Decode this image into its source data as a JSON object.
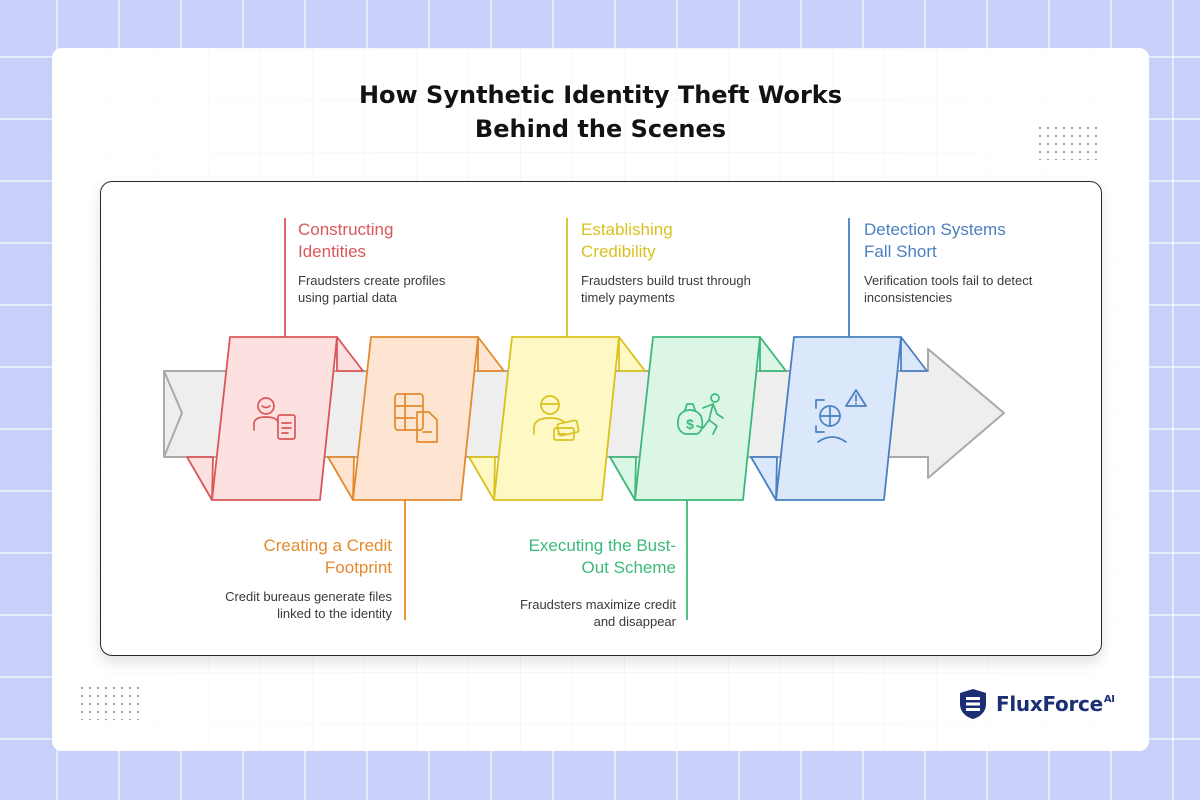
{
  "title": {
    "line1": "How Synthetic Identity Theft Works",
    "line2": "Behind the Scenes"
  },
  "steps": [
    {
      "id": "constructing-identities",
      "title": "Constructing Identities",
      "description": "Fraudsters create profiles using partial data",
      "position": "top",
      "color": "#d9575a",
      "fill": "#fde0e0",
      "icon": "person-document-icon"
    },
    {
      "id": "creating-credit-footprint",
      "title": "Creating a Credit Footprint",
      "description": "Credit bureaus generate files linked to the identity",
      "position": "bottom",
      "color": "#e38a2e",
      "fill": "#fde5d2",
      "icon": "spreadsheet-file-icon"
    },
    {
      "id": "establishing-credibility",
      "title": "Establishing Credibility",
      "description": "Fraudsters build trust through timely payments",
      "position": "top",
      "color": "#d9c21f",
      "fill": "#fdf8c4",
      "icon": "person-payment-icon"
    },
    {
      "id": "executing-bust-out",
      "title": "Executing the Bust-Out Scheme",
      "description": "Fraudsters maximize credit and disappear",
      "position": "bottom",
      "color": "#3cb97a",
      "fill": "#dcf6e6",
      "icon": "running-money-bag-icon"
    },
    {
      "id": "detection-fall-short",
      "title": "Detection Systems Fall Short",
      "description": "Verification tools fail to detect inconsistencies",
      "position": "top",
      "color": "#4a7fc1",
      "fill": "#dbe8fb",
      "icon": "face-scan-warning-icon"
    }
  ],
  "brand": {
    "name": "FluxForce",
    "suffix": "AI",
    "color": "#1c2f73"
  }
}
